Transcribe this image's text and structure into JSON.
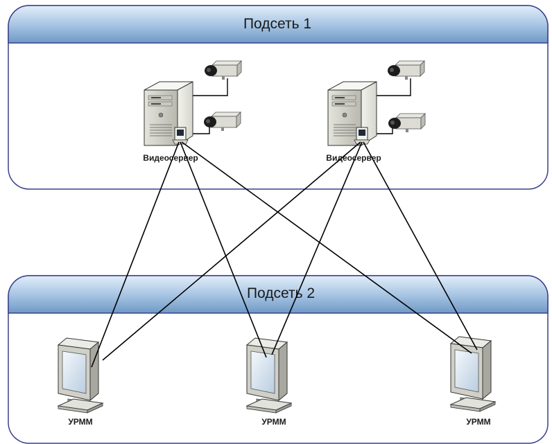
{
  "subnet1": {
    "title": "Подсеть 1"
  },
  "subnet2": {
    "title": "Подсеть 2"
  },
  "servers": [
    {
      "label": "Видеосервер",
      "cameras": 2
    },
    {
      "label": "Видеосервер",
      "cameras": 2
    }
  ],
  "workstations": [
    {
      "label": "УРММ"
    },
    {
      "label": "УРММ"
    },
    {
      "label": "УРММ"
    }
  ],
  "connections": "each Видеосервер connected to each УРММ",
  "colors": {
    "header_top": "#d8e8f6",
    "header_bottom": "#7ea6d0",
    "border": "#3a3f8c",
    "line": "#000000"
  }
}
